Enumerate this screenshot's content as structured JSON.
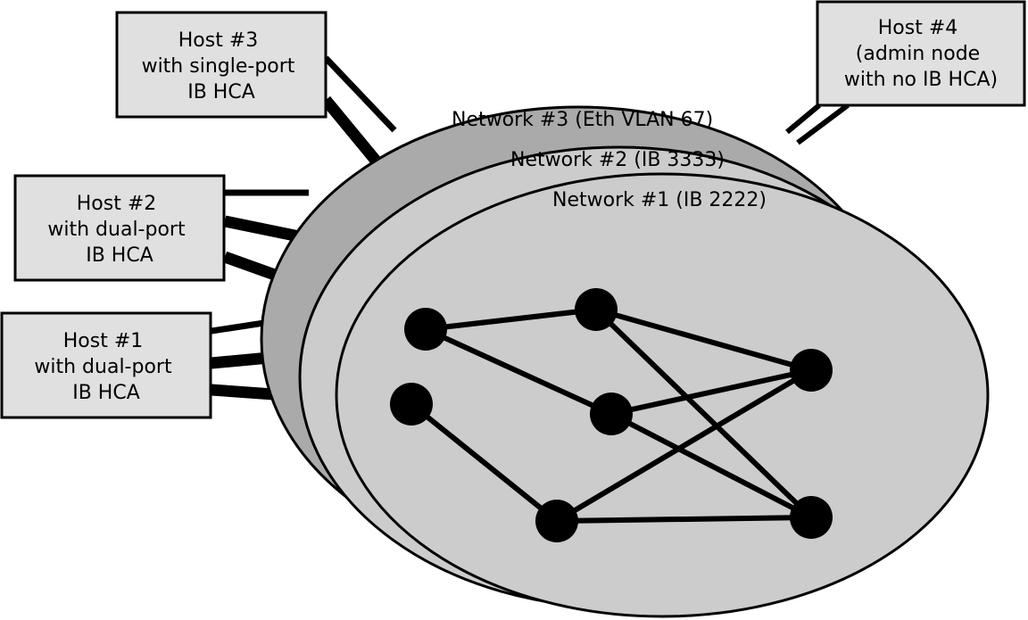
{
  "colors": {
    "background": "#ffffff",
    "network_3_fill": "#aaaaaa",
    "network_2_fill": "#cccccc",
    "network_1_fill": "#cccccc",
    "host_box_fill": "#e0e0e0",
    "stroke": "#000000",
    "node_fill": "#000000"
  },
  "networks": [
    {
      "id": "net3",
      "label": "Network #3 (Eth VLAN 67)"
    },
    {
      "id": "net2",
      "label": "Network #2 (IB 3333)"
    },
    {
      "id": "net1",
      "label": "Network #1 (IB 2222)"
    }
  ],
  "hosts": [
    {
      "id": "host3",
      "lines": [
        "Host #3",
        "with single-port",
        "IB HCA"
      ]
    },
    {
      "id": "host2",
      "lines": [
        "Host #2",
        "with dual-port",
        "IB HCA"
      ]
    },
    {
      "id": "host1",
      "lines": [
        "Host #1",
        "with dual-port",
        "IB HCA"
      ]
    },
    {
      "id": "host4",
      "lines": [
        "Host #4",
        "(admin node",
        "with no IB HCA)"
      ]
    }
  ],
  "nodes": [
    "n1",
    "n2",
    "n3",
    "n4",
    "n5",
    "n6",
    "n7"
  ],
  "edges": [
    [
      "n1",
      "n2"
    ],
    [
      "n1",
      "n3"
    ],
    [
      "n2",
      "n4"
    ],
    [
      "n2",
      "n7"
    ],
    [
      "n3",
      "n4"
    ],
    [
      "n3",
      "n7"
    ],
    [
      "n5",
      "n6"
    ],
    [
      "n6",
      "n4"
    ],
    [
      "n6",
      "n7"
    ]
  ]
}
